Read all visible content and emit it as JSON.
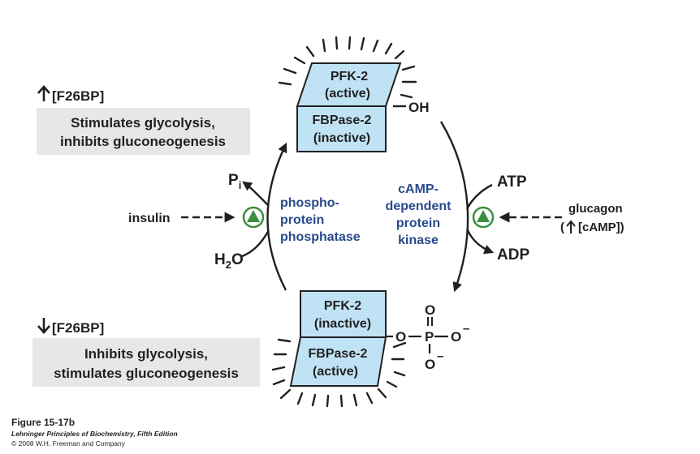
{
  "left": {
    "top_indicator": "[F26BP]",
    "top_effect_line1": "Stimulates glycolysis,",
    "top_effect_line2": "inhibits gluconeogenesis",
    "bottom_indicator": "[F26BP]",
    "bottom_effect_line1": "Inhibits glycolysis,",
    "bottom_effect_line2": "stimulates gluconeogenesis"
  },
  "top_enzyme": {
    "pfk_name": "PFK-2",
    "pfk_state": "(active)",
    "fbp_name": "FBPase-2",
    "fbp_state": "(inactive)",
    "group": "OH"
  },
  "bottom_enzyme": {
    "pfk_name": "PFK-2",
    "pfk_state": "(inactive)",
    "fbp_name": "FBPase-2",
    "fbp_state": "(active)",
    "phosphate": {
      "o_top": "O",
      "o_left": "O",
      "p": "P",
      "o_right": "O",
      "o_bottom": "O",
      "charge": "–"
    }
  },
  "left_reaction": {
    "pi_main": "P",
    "pi_sub": "i",
    "water_h": "H",
    "water_sub": "2",
    "water_o": "O",
    "enzyme_line1": "phospho-",
    "enzyme_line2": "protein",
    "enzyme_line3": "phosphatase",
    "hormone": "insulin"
  },
  "right_reaction": {
    "atp": "ATP",
    "adp": "ADP",
    "enzyme_line1": "cAMP-",
    "enzyme_line2": "dependent",
    "enzyme_line3": "protein",
    "enzyme_line4": "kinase",
    "hormone_line1": "glucagon",
    "hormone_line2": "[cAMP])"
  },
  "colors": {
    "enzyme_fill": "#bfe3f4",
    "effect_box": "#e6e7e8",
    "enzyme_text": "#2a4a8c",
    "activator_green": "#3a8f3f"
  },
  "icons": {
    "activator": "green-circle-with-triangle-icon",
    "increase": "up-arrow-icon",
    "decrease": "down-arrow-icon"
  },
  "credit": {
    "figure": "Figure 15-17b",
    "book": "Lehninger Principles of Biochemistry, Fifth Edition",
    "copyright": "© 2008 W.H. Freeman and Company"
  }
}
